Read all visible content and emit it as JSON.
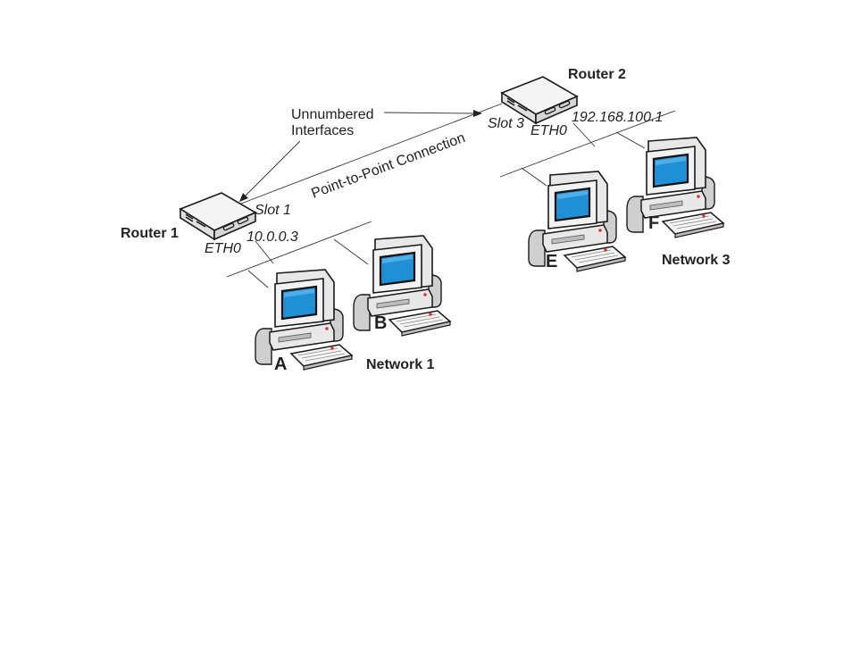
{
  "routers": {
    "r1": {
      "name": "Router 1",
      "slot": "Slot 1",
      "eth": "ETH0",
      "ip": "10.0.0.3"
    },
    "r2": {
      "name": "Router 2",
      "slot": "Slot 3",
      "eth": "ETH0",
      "ip": "192.168.100.1"
    }
  },
  "link": {
    "label": "Point-to-Point Connection"
  },
  "callout": {
    "line1": "Unnumbered",
    "line2": "Interfaces"
  },
  "networks": {
    "n1": "Network 1",
    "n3": "Network 3"
  },
  "computers": {
    "a": "A",
    "b": "B",
    "e": "E",
    "f": "F"
  },
  "colors": {
    "screen": "#1f8fd6",
    "body": "#e8e8e8",
    "outline": "#1a1a1a",
    "led": "#e03030"
  }
}
